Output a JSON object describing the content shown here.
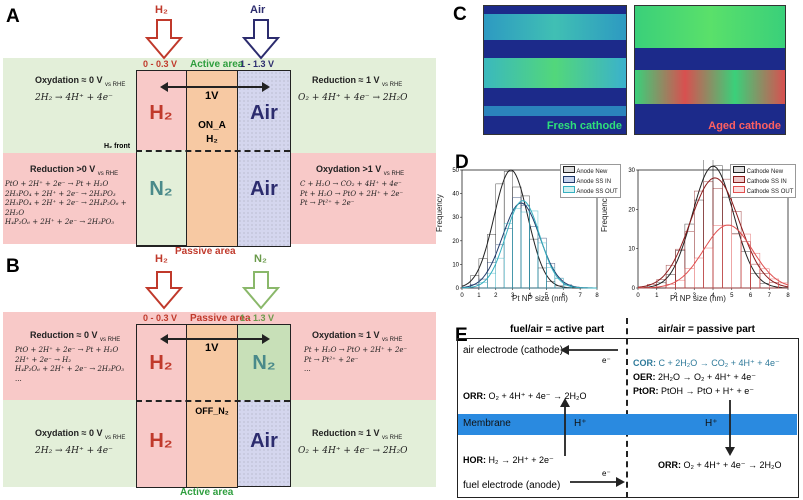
{
  "panels": {
    "A": "A",
    "B": "B",
    "C": "C",
    "D": "D",
    "E": "E"
  },
  "panelA": {
    "top_left_gas": "H₂",
    "top_right_gas": "Air",
    "voltage_left": "0 - 0.3 V",
    "active_area": "Active area",
    "voltage_right": "1 - 1.3 V",
    "one_v": "1V",
    "left_top_header": "Oxydation ≈ 0 V",
    "left_top_eq": "2H₂ → 4H⁺ + 4e⁻",
    "right_top_header": "Reduction ≈ 1 V",
    "right_top_eq": "O₂ + 4H⁺ + 4e⁻ → 2H₂O",
    "box_h2": "H₂",
    "box_air_top": "Air",
    "center_label": "ON_A",
    "center_sub": "H₂",
    "h2_front": "H₂ front",
    "left_bottom_header": "Reduction >0 V",
    "left_bottom_eqs": [
      "PtO + 2H⁺ + 2e⁻ → Pt + H₂O",
      "2H₃PO₄ + 2H⁺ + 2e⁻ → 2H₃PO₃",
      "2H₃PO₄ + 2H⁺ + 2e⁻ → 2H₄P₂O₆ + 2H₂O",
      "H₄P₂O₆ + 2H⁺ + 2e⁻ → 2H₃PO₃"
    ],
    "box_n2": "N₂",
    "box_air_bottom": "Air",
    "right_bottom_header": "Oxydation >1 V",
    "right_bottom_eqs": [
      "C + H₂O → CO₂ + 4H⁺ + 4e⁻",
      "Pt + H₂O → PtO + 2H⁺ + 2e⁻",
      "Pt → Pt²⁺ + 2e⁻"
    ],
    "passive_area": "Passive area",
    "vs_rhe": "vs RHE"
  },
  "panelB": {
    "top_left_gas": "H₂",
    "top_right_gas": "N₂",
    "voltage_left": "0 - 0.3 V",
    "passive_area": "Passive area",
    "voltage_right": "1 - 1.3 V",
    "one_v": "1V",
    "left_top_header": "Reduction ≈ 0 V",
    "left_top_eqs": [
      "PtO + 2H⁺ + 2e⁻ → Pt + H₂O",
      "2H⁺ + 2e⁻ → H₂",
      "H₄P₂O₆ + 2H⁺ + 2e⁻ → 2H₃PO₃",
      "..."
    ],
    "right_top_header": "Oxydation ≈ 1 V",
    "right_top_eqs": [
      "Pt + H₂O → PtO + 2H⁺ + 2e⁻",
      "Pt → Pt²⁺ + 2e⁻",
      "..."
    ],
    "box_h2_top": "H₂",
    "box_n2": "N₂",
    "center_label": "OFF_N₂",
    "box_h2_bottom": "H₂",
    "box_air": "Air",
    "left_bottom_header": "Oxydation ≈ 0 V",
    "left_bottom_eq": "2H₂ → 4H⁺ + 4e⁻",
    "right_bottom_header": "Reduction ≈ 1 V",
    "right_bottom_eq": "O₂ + 4H⁺ + 4e⁻ → 2H₂O",
    "active_area": "Active area",
    "vs_rhe": "vs RHE"
  },
  "panelC": {
    "fresh_label": "Fresh cathode",
    "aged_label": "Aged cathode"
  },
  "panelD": {
    "xlabel": "Pt NP size (nm)",
    "ylabel": "Frequency",
    "left_legend": [
      "Anode New",
      "Anode SS IN",
      "Anode SS OUT"
    ],
    "right_legend": [
      "Cathode New",
      "Cathode SS IN",
      "Cathode SS OUT"
    ],
    "left_xticks": [
      "0",
      "1",
      "2",
      "3",
      "4",
      "5",
      "6",
      "7",
      "8"
    ],
    "right_xticks": [
      "0",
      "1",
      "2",
      "3",
      "4",
      "5",
      "6",
      "7",
      "8"
    ],
    "yticks": [
      "0",
      "10",
      "20",
      "30",
      "40",
      "50"
    ],
    "right_yticks": [
      "0",
      "10",
      "20",
      "30"
    ]
  },
  "panelE": {
    "left_title": "fuel/air = active part",
    "right_title": "air/air = passive part",
    "air_electrode": "air electrode (cathode)",
    "e_top": "e⁻",
    "cor": "COR:",
    "cor_eq": "C + 2H₂O → CO₂ + 4H⁺ + 4e⁻",
    "oer": "OER:",
    "oer_eq": "2H₂O → O₂ + 4H⁺ + 4e⁻",
    "ptor": "PtOR:",
    "ptor_eq": "PtOH → PtO + H⁺ + e⁻",
    "orr_left": "ORR:",
    "orr_left_eq": "O₂ + 4H⁺ + 4e⁻ → 2H₂O",
    "membrane": "Membrane",
    "h_left": "H⁺",
    "h_right": "H⁺",
    "hor": "HOR:",
    "hor_eq": "H₂ → 2H⁺ + 2e⁻",
    "orr_right": "ORR:",
    "orr_right_eq": "O₂ + 4H⁺ + 4e⁻ → 2H₂O",
    "e_bottom": "e⁻",
    "fuel_electrode": "fuel electrode (anode)"
  }
}
